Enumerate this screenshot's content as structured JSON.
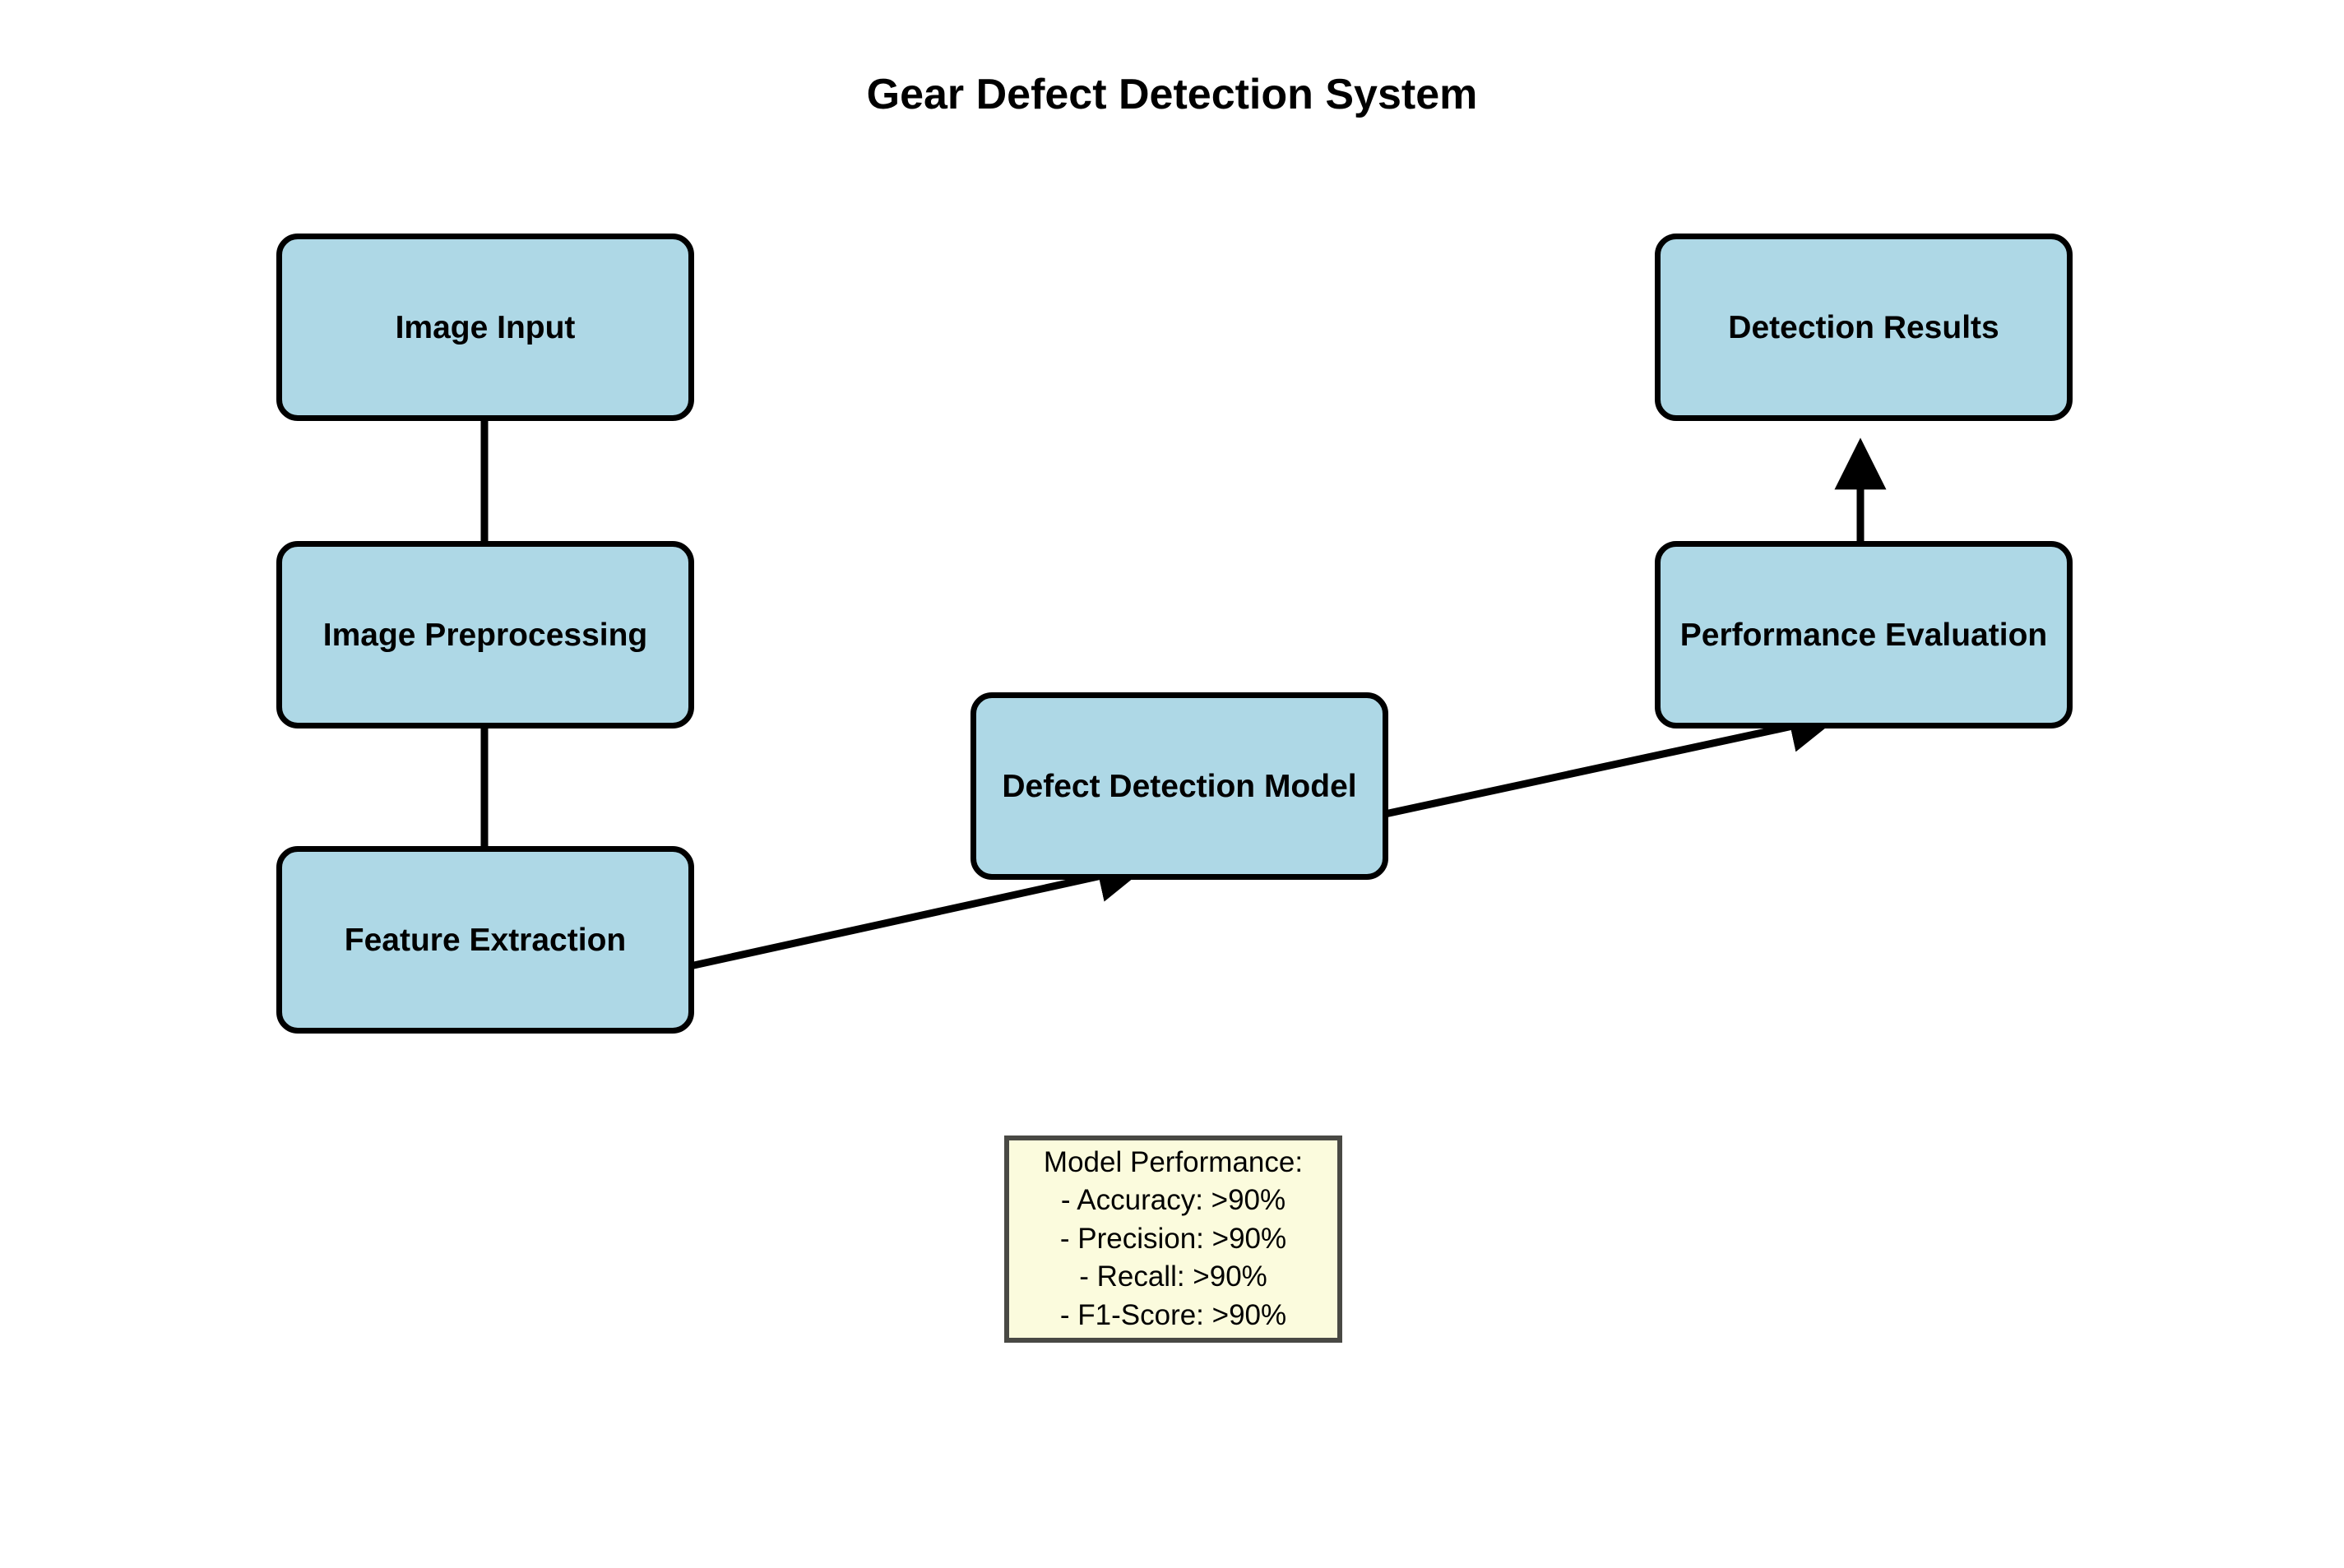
{
  "diagram": {
    "title": "Gear Defect Detection System",
    "type": "flowchart",
    "background_color": "#ffffff",
    "node_fill_color": "#aed8e6",
    "node_border_color": "#000000",
    "note_fill_color": "#fbfbdd",
    "note_border_color": "#494944",
    "arrow_color": "#000000",
    "nodes": [
      {
        "id": "image-input",
        "label": "Image Input"
      },
      {
        "id": "image-preprocessing",
        "label": "Image Preprocessing"
      },
      {
        "id": "feature-extraction",
        "label": "Feature Extraction"
      },
      {
        "id": "defect-detection-model",
        "label": "Defect Detection Model"
      },
      {
        "id": "performance-evaluation",
        "label": "Performance Evaluation"
      },
      {
        "id": "detection-results",
        "label": "Detection Results"
      }
    ],
    "edges": [
      {
        "from": "image-input",
        "to": "image-preprocessing"
      },
      {
        "from": "image-preprocessing",
        "to": "feature-extraction"
      },
      {
        "from": "feature-extraction",
        "to": "defect-detection-model"
      },
      {
        "from": "defect-detection-model",
        "to": "performance-evaluation"
      },
      {
        "from": "performance-evaluation",
        "to": "detection-results"
      }
    ],
    "note": {
      "id": "model-performance-note",
      "heading": "Model Performance:",
      "lines": [
        "Model Performance:",
        "- Accuracy: >90%",
        "- Precision: >90%",
        "- Recall: >90%",
        "- F1-Score: >90%"
      ],
      "metrics": [
        {
          "name": "Accuracy",
          "value": ">90%"
        },
        {
          "name": "Precision",
          "value": ">90%"
        },
        {
          "name": "Recall",
          "value": ">90%"
        },
        {
          "name": "F1-Score",
          "value": ">90%"
        }
      ]
    }
  }
}
